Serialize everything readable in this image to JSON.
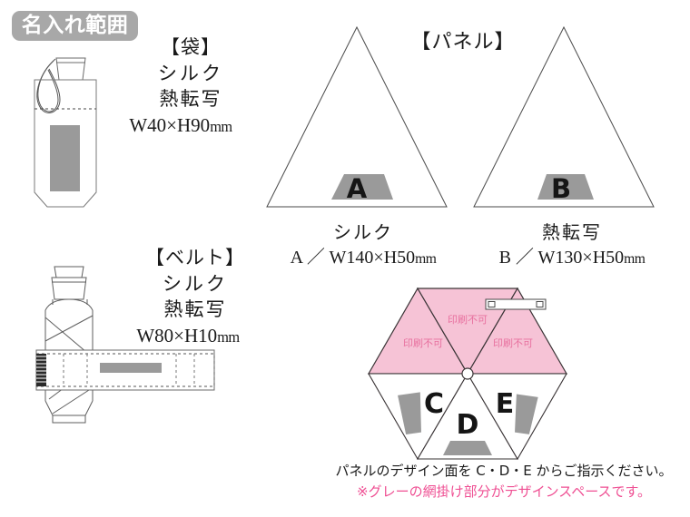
{
  "header": {
    "badge_label": "名入れ範囲"
  },
  "bag": {
    "title": "【袋】",
    "method_1": "シルク",
    "method_2": "熱転写",
    "size": "W40×H90",
    "size_unit": "mm"
  },
  "belt": {
    "title": "【ベルト】",
    "method_1": "シルク",
    "method_2": "熱転写",
    "size": "W80×H10",
    "size_unit": "mm"
  },
  "panel": {
    "title": "【パネル】",
    "items": [
      {
        "marker": "A",
        "method": "シルク",
        "dimension": "A ／ W140×H50",
        "unit": "mm"
      },
      {
        "marker": "B",
        "method": "熱転写",
        "dimension": "B ／ W130×H50",
        "unit": "mm"
      }
    ]
  },
  "umbrella": {
    "no_print_label": "印刷不可",
    "no_print_panels": [
      "印刷不可",
      "印刷不可",
      "印刷不可"
    ],
    "design_panels": [
      "C",
      "D",
      "E"
    ],
    "handle_icon": "strap-handle-icon"
  },
  "captions": {
    "line_1": "パネルのデザイン面を C・D・E からご指示ください。",
    "line_2": "※グレーの網掛け部分がデザインスペースです。"
  },
  "colors": {
    "badge_gray": "#a8a8a8",
    "design_gray": "#9a9a9a",
    "no_print_pink": "#f6c3d6",
    "no_print_text": "#e86aa0",
    "caption_pink": "#ef4f93",
    "outline": "#3a3436"
  }
}
